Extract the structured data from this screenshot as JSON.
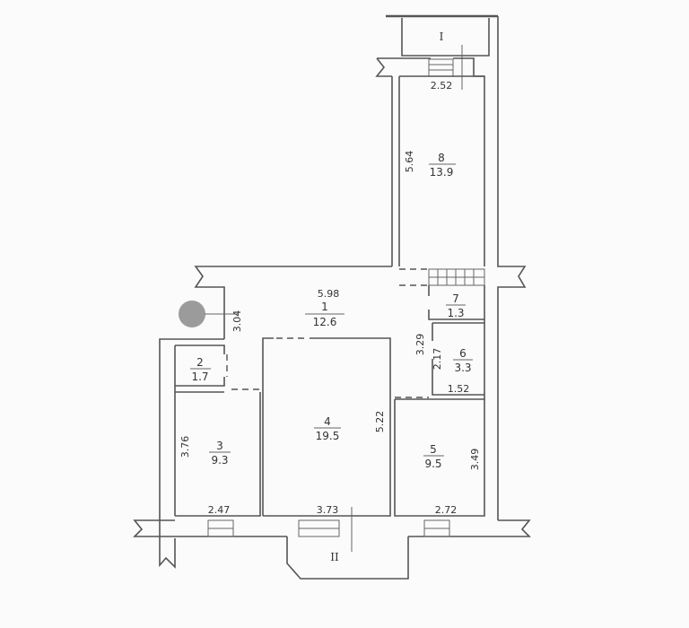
{
  "rooms": [
    {
      "number": "1",
      "area": "12.6"
    },
    {
      "number": "2",
      "area": "1.7"
    },
    {
      "number": "3",
      "area": "9.3"
    },
    {
      "number": "4",
      "area": "19.5"
    },
    {
      "number": "5",
      "area": "9.5"
    },
    {
      "number": "6",
      "area": "3.3"
    },
    {
      "number": "7",
      "area": "1.3"
    },
    {
      "number": "8",
      "area": "13.9"
    }
  ],
  "balconies": [
    "I",
    "II"
  ],
  "dimensions": {
    "d252": "2.52",
    "d564": "5.64",
    "d598": "5.98",
    "d304": "3.04",
    "d329": "3.29",
    "d217": "2.17",
    "d152": "1.52",
    "d522": "5.22",
    "d376": "3.76",
    "d349": "3.49",
    "d247": "2.47",
    "d373": "3.73",
    "d272": "2.72"
  },
  "colors": {
    "wall": "#555555",
    "background": "#fbfbfb",
    "marker": "#8a8a8a"
  }
}
